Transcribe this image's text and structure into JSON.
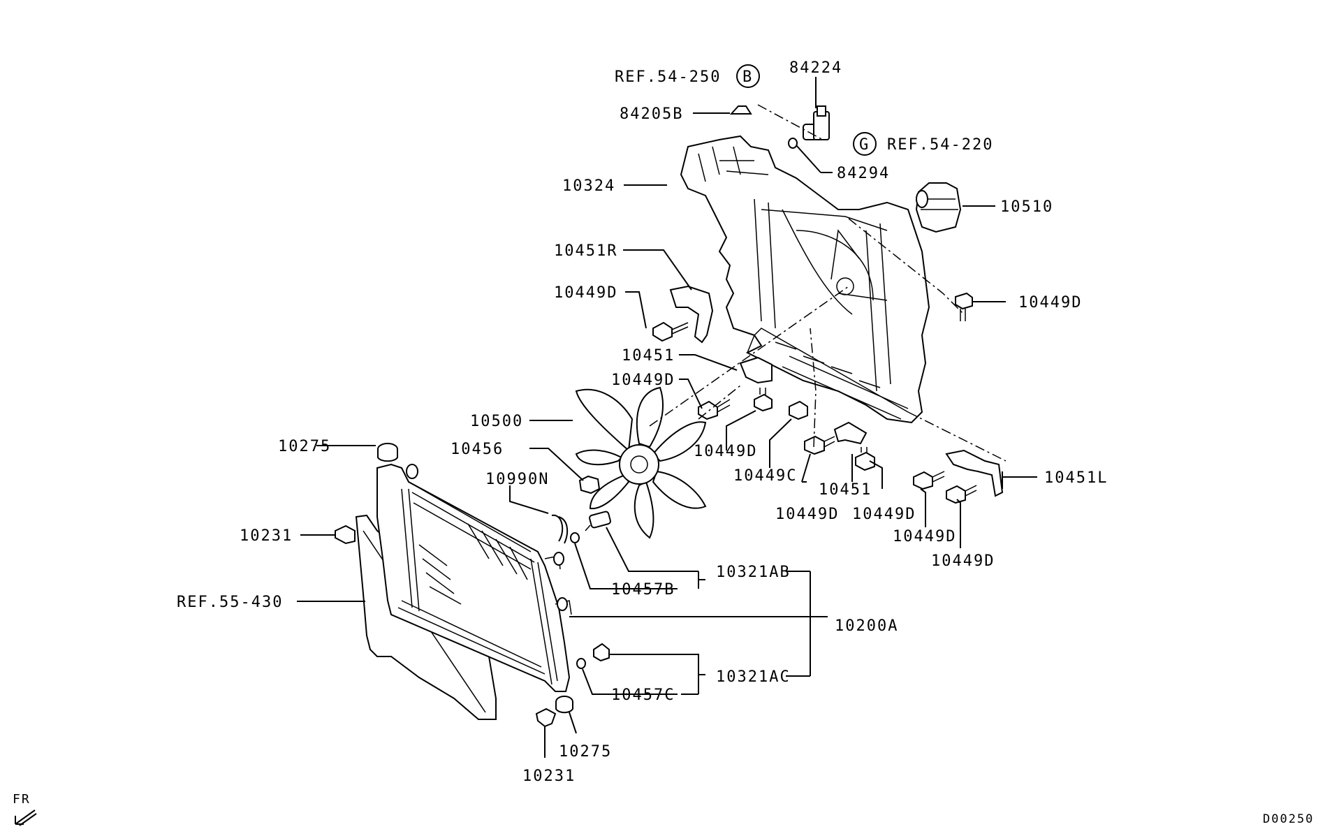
{
  "diagram": {
    "code": "D00250",
    "direction_label": "FR",
    "labels": {
      "ref_54_250": "REF.54-250",
      "circle_b": "B",
      "p84224": "84224",
      "p84205b": "84205B",
      "circle_g": "G",
      "ref_54_220": "REF.54-220",
      "p84294": "84294",
      "p10324": "10324",
      "p10510": "10510",
      "p10451r": "10451R",
      "p10449d_a": "10449D",
      "p10449d_b": "10449D",
      "p10451_a": "10451",
      "p10449d_c": "10449D",
      "p10500": "10500",
      "p10275_a": "10275",
      "p10456": "10456",
      "p10449d_d": "10449D",
      "p10449c": "10449C",
      "p10451_b": "10451",
      "p10451l": "10451L",
      "p10990n": "10990N",
      "p10449d_e": "10449D",
      "p10449d_f": "10449D",
      "p10449d_g": "10449D",
      "p10449d_h": "10449D",
      "p10231_a": "10231",
      "p10321ab": "10321AB",
      "p10457b": "10457B",
      "ref_55_430": "REF.55-430",
      "p10200a": "10200A",
      "p10321ac": "10321AC",
      "p10457c": "10457C",
      "p10275_b": "10275",
      "p10231_b": "10231"
    }
  }
}
